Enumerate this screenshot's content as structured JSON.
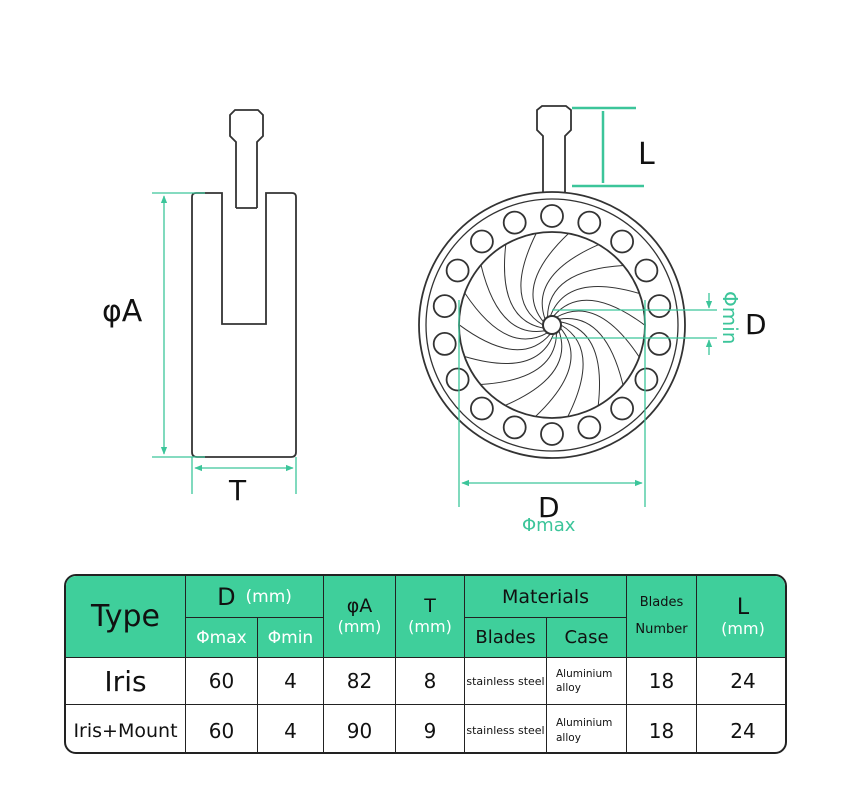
{
  "diagram": {
    "side_view": {
      "height_label": "φA",
      "thickness_label": "T"
    },
    "front_view": {
      "length_label": "L",
      "min_dim_label": "D",
      "min_sub_label": "Φmin",
      "max_dim_label": "D",
      "max_sub_label": "Φmax"
    },
    "dimension_color": "#3cc59a"
  },
  "table": {
    "header_color": "#3fcf9b",
    "type_label": "Type",
    "d_label": "D",
    "d_unit": "(mm)",
    "dmax_label": "Φmax",
    "dmin_label": "Φmin",
    "a_label": "φA",
    "a_unit": "(mm)",
    "t_label": "T",
    "t_unit": "(mm)",
    "materials_label": "Materials",
    "blades_label": "Blades",
    "case_label": "Case",
    "blades_number_line1": "Blades",
    "blades_number_line2": "Number",
    "l_label": "L",
    "l_unit": "(mm)",
    "rows": [
      {
        "type": "Iris",
        "dmax": "60",
        "dmin": "4",
        "a": "82",
        "t": "8",
        "blades_material": "stainless steel",
        "case_line1": "Aluminium",
        "case_line2": "alloy",
        "blades_number": "18",
        "l": "24"
      },
      {
        "type": "Iris+Mount",
        "dmax": "60",
        "dmin": "4",
        "a": "90",
        "t": "9",
        "blades_material": "stainless steel",
        "case_line1": "Aluminium",
        "case_line2": "alloy",
        "blades_number": "18",
        "l": "24"
      }
    ]
  }
}
